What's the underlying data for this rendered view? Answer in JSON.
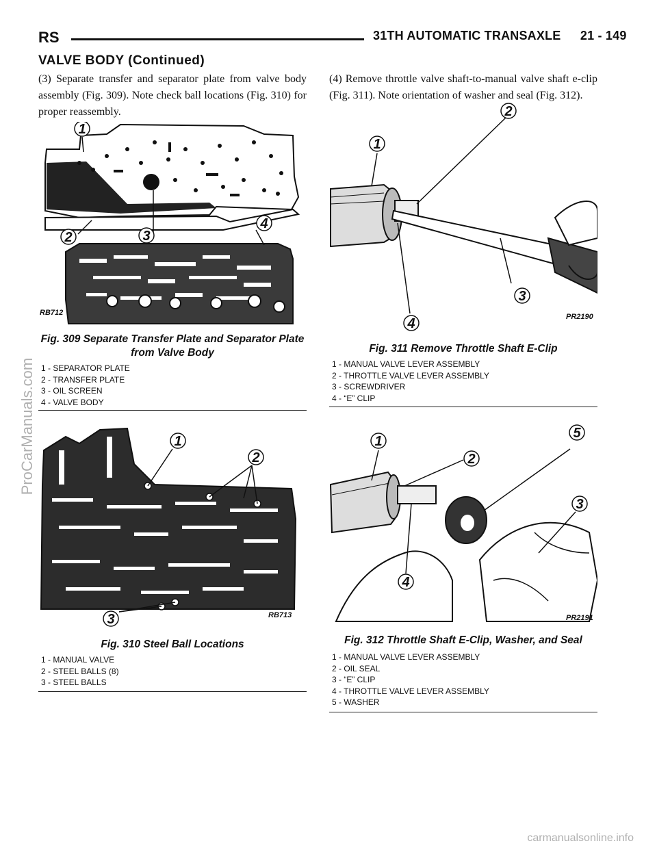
{
  "header": {
    "left": "RS",
    "title": "31TH AUTOMATIC TRANSAXLE",
    "page": "21 - 149"
  },
  "section_title": "VALVE BODY (Continued)",
  "body": {
    "left_paragraph": "(3) Separate transfer and separator plate from valve body assembly (Fig. 309). Note check ball locations (Fig. 310) for proper reassembly.",
    "right_paragraph": "(4) Remove throttle valve shaft-to-manual valve shaft e-clip (Fig. 311). Note orientation of washer and seal (Fig. 312)."
  },
  "figures": [
    {
      "code": "RB712",
      "title": "Fig. 309 Separate Transfer Plate and Separator Plate from Valve Body",
      "callouts": [
        "1",
        "2",
        "3",
        "4"
      ],
      "legend": [
        "1 - SEPARATOR PLATE",
        "2 - TRANSFER PLATE",
        "3 - OIL SCREEN",
        "4 - VALVE BODY"
      ]
    },
    {
      "code": "RB713",
      "title": "Fig. 310 Steel Ball Locations",
      "callouts": [
        "1",
        "2",
        "3"
      ],
      "legend": [
        "1 - MANUAL VALVE",
        "2 - STEEL BALLS (8)",
        "3 - STEEL BALLS"
      ]
    },
    {
      "code": "PR2190",
      "title": "Fig. 311 Remove Throttle Shaft E-Clip",
      "callouts": [
        "1",
        "2",
        "3",
        "4"
      ],
      "legend": [
        "1 - MANUAL VALVE LEVER ASSEMBLY",
        "2 - THROTTLE VALVE LEVER ASSEMBLY",
        "3 - SCREWDRIVER",
        "4 - “E” CLIP"
      ]
    },
    {
      "code": "PR2191",
      "title": "Fig. 312 Throttle Shaft E-Clip, Washer, and Seal",
      "callouts": [
        "1",
        "2",
        "5",
        "3",
        "4"
      ],
      "legend": [
        "1 - MANUAL VALVE LEVER ASSEMBLY",
        "2 - OIL SEAL",
        "3 - “E” CLIP",
        "4 - THROTTLE VALVE LEVER ASSEMBLY",
        "5 - WASHER"
      ]
    }
  ],
  "watermarks": {
    "side": "ProCarManuals.com",
    "footer": "carmanualsonline.info"
  }
}
